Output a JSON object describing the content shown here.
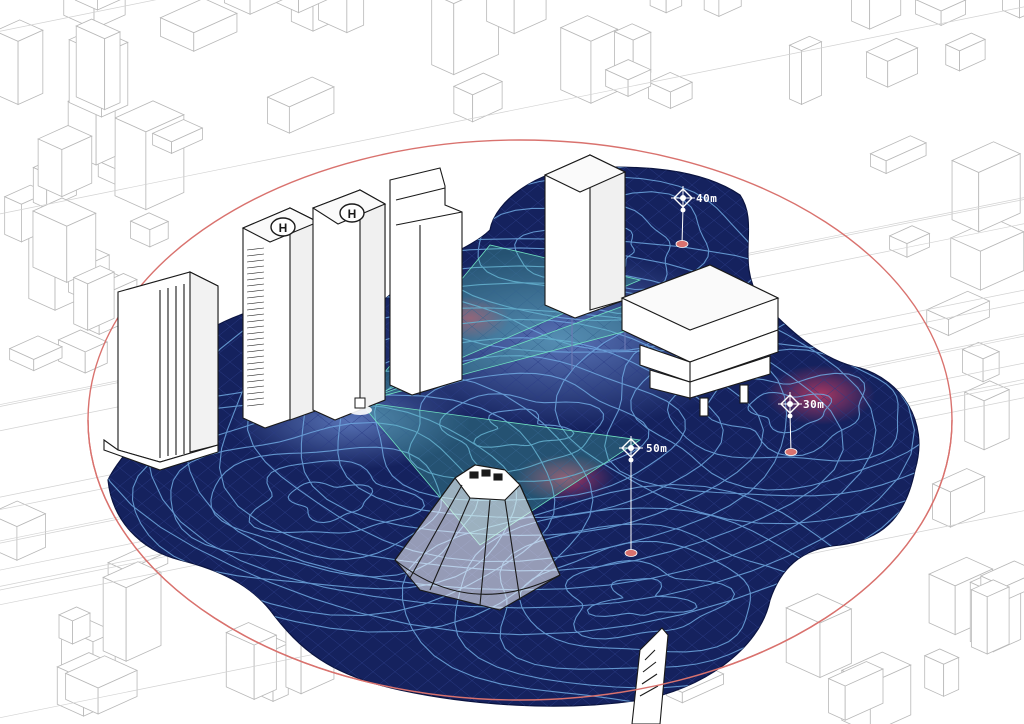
{
  "markers": [
    {
      "id": "marker-40m",
      "label": "40m"
    },
    {
      "id": "marker-30m",
      "label": "30m"
    },
    {
      "id": "marker-50m",
      "label": "50m"
    }
  ],
  "helipad_symbol": "H",
  "colors": {
    "map_fill": "#15225e",
    "contour_line": "#6fa8e0",
    "range_ring": "#d9726e",
    "scan_cone": "#4fd1a8",
    "building_line": "#1a1a1a",
    "city_line": "#b8b8b8",
    "hotspot": "#b3335a"
  }
}
